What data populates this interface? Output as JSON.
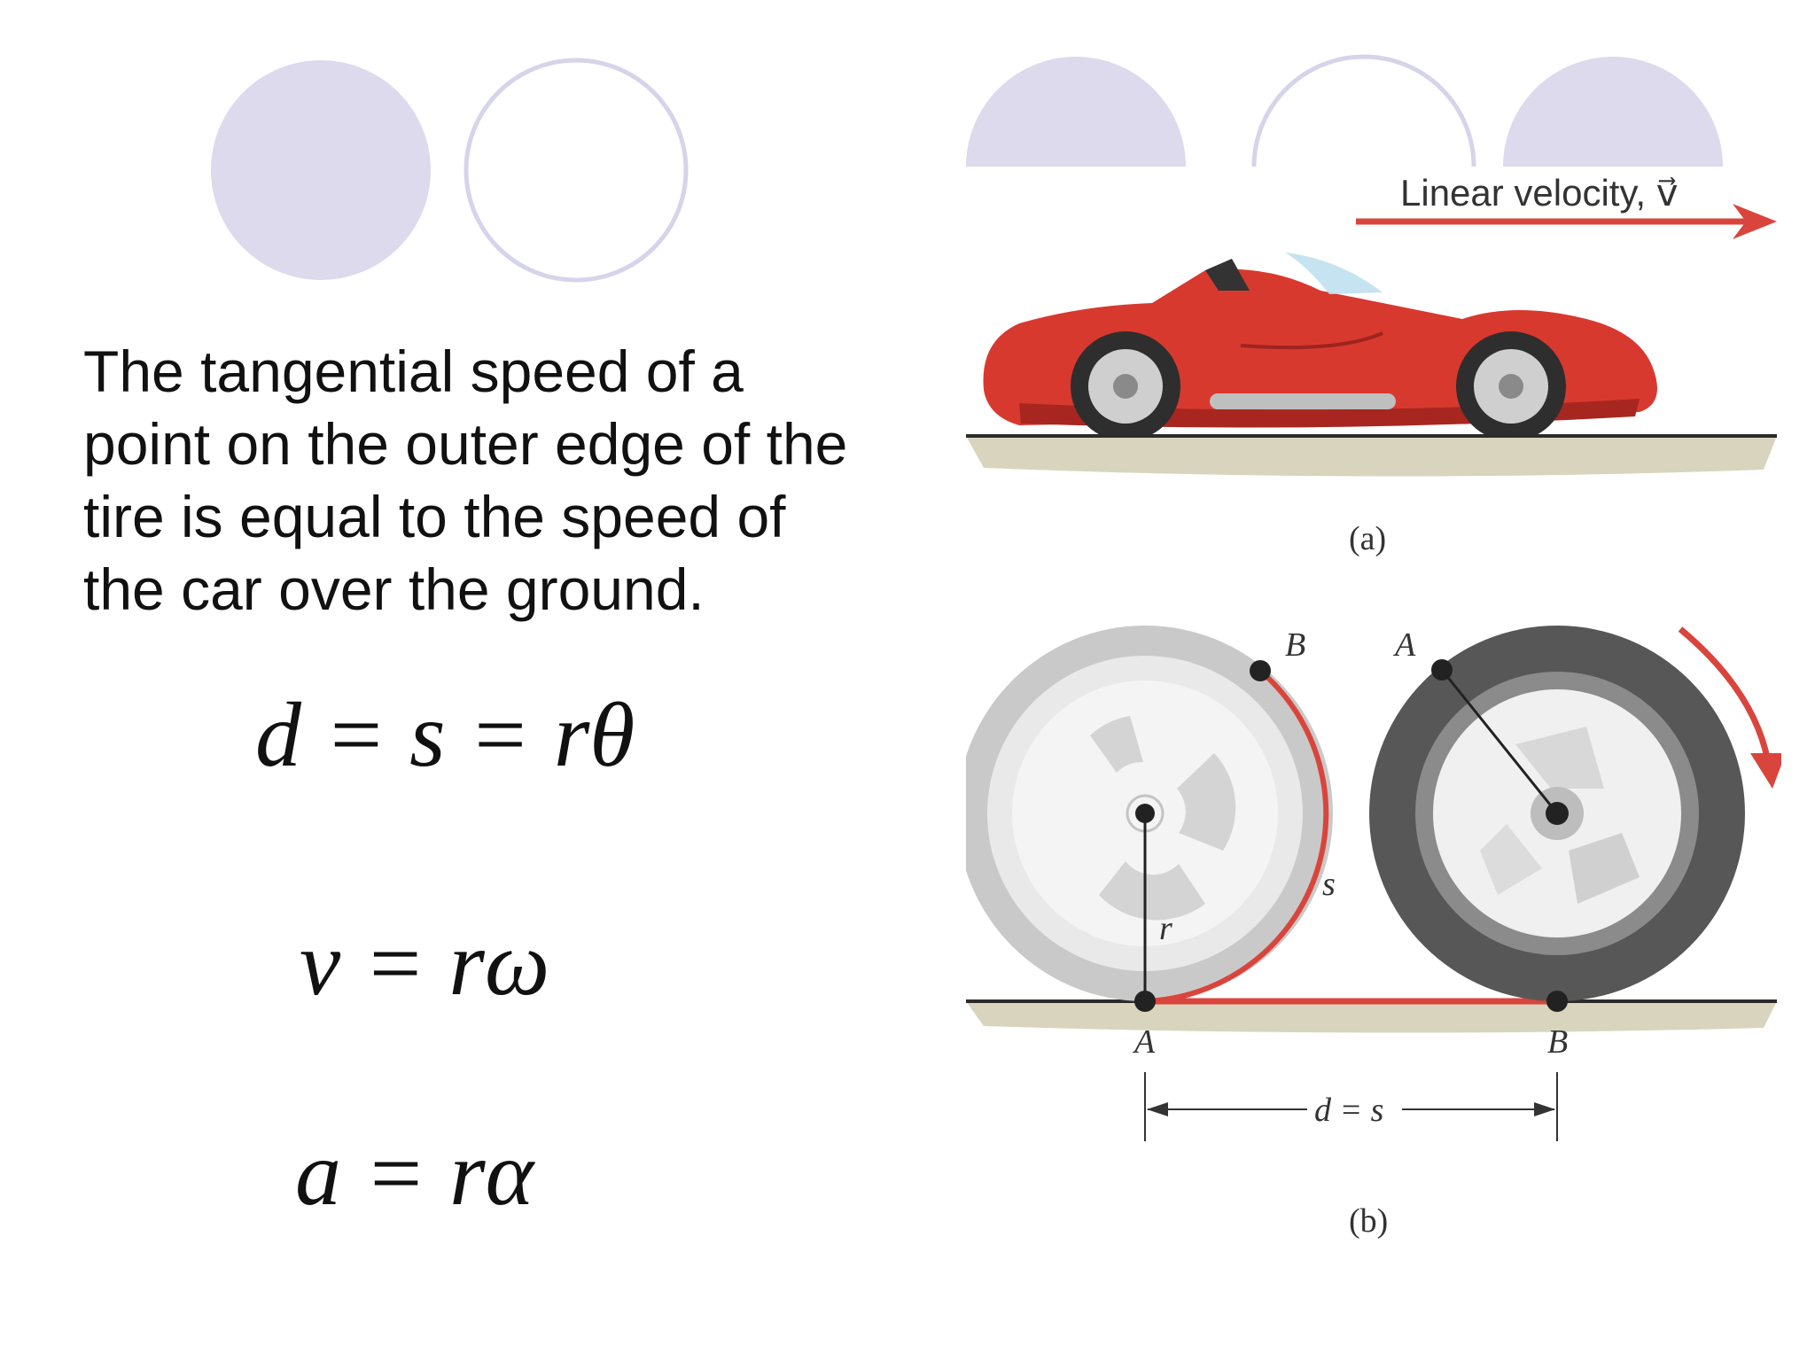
{
  "slide": {
    "body_text": "The tangential speed of a point on the outer edge of the tire is equal to the speed of the car over the ground.",
    "equations": [
      "d = s = rθ",
      "v = rω",
      "a = rα"
    ]
  },
  "figure": {
    "top_arrow_label": "Linear velocity, v⃗",
    "caption_a": "(a)",
    "caption_b": "(b)",
    "wheel_label_B_top": "B",
    "wheel_label_A_top": "A",
    "wheel_label_A_bottom": "A",
    "wheel_label_B_bottom": "B",
    "label_s": "s",
    "label_r": "r",
    "label_d_equals_s": "d = s"
  },
  "colors": {
    "decor_circle": "#dcdaec",
    "decor_circle_outline": "#d6d4ea",
    "arrow_red": "#d9453c",
    "car_red": "#d8392f",
    "ground": "#d9d4be"
  }
}
